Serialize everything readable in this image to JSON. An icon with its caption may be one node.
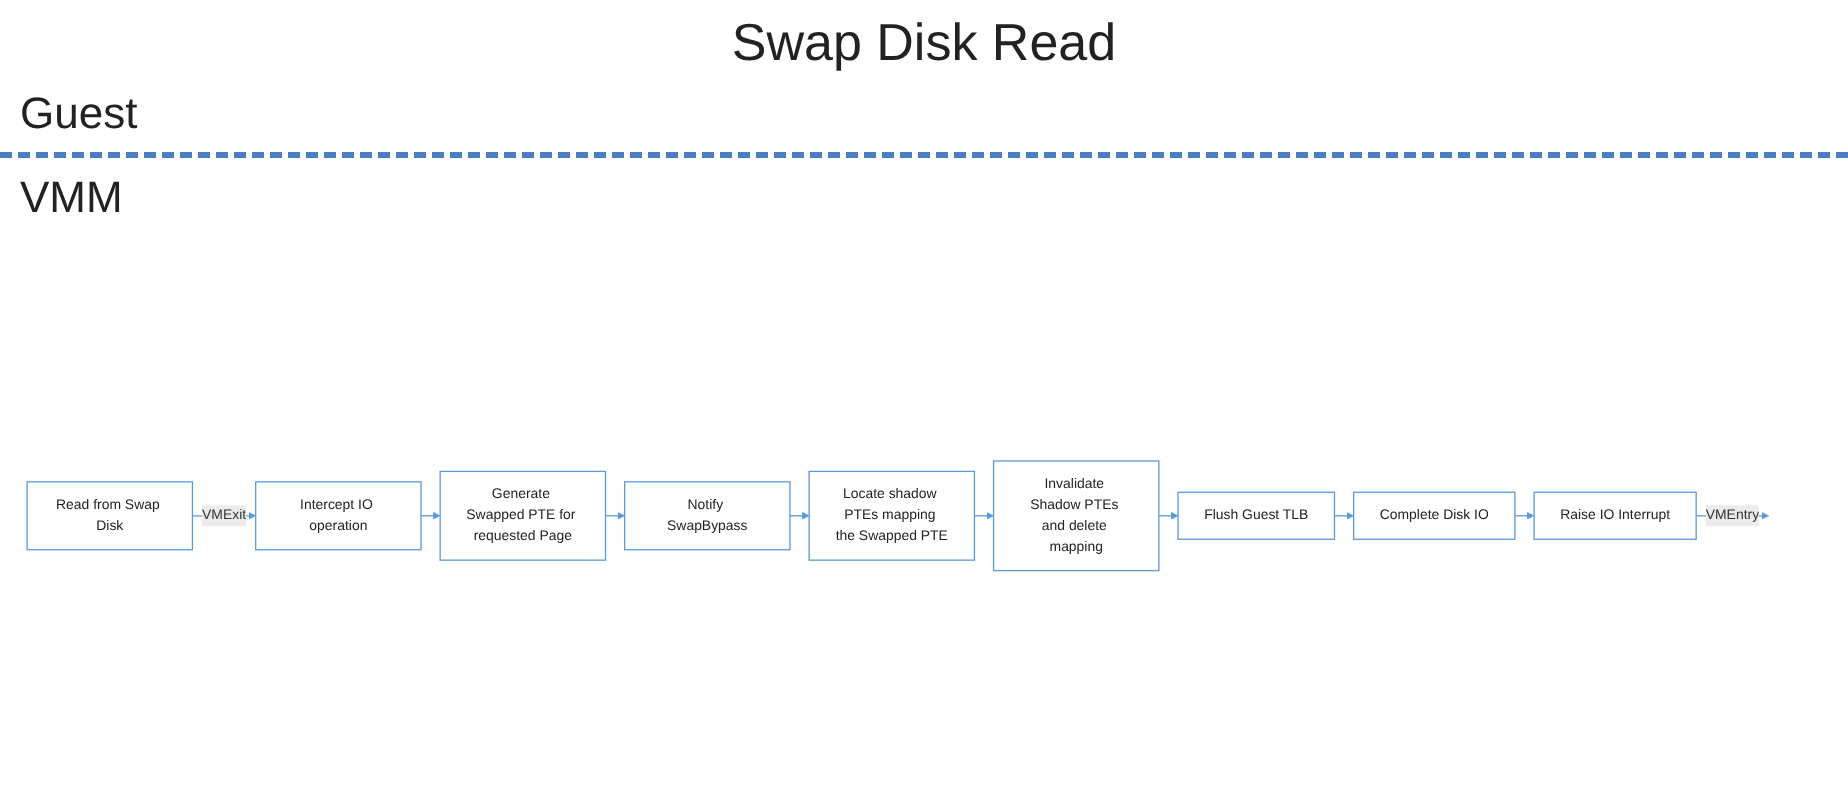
{
  "diagram": {
    "title": "Swap Disk Read",
    "nodes": [
      {
        "text": [
          "Read from Swap Disk"
        ]
      },
      {
        "text": [
          "Intercept IO operation"
        ]
      },
      {
        "text": [
          "Generate Swapped PTE for requested Page"
        ]
      },
      {
        "text": [
          "Notify SwapBypass"
        ]
      },
      {
        "text": [
          "Locate shadow PTEs mapping the Swapped PTE"
        ]
      },
      {
        "text": [
          "Invalidate Shadow PTEs and delete mapping"
        ]
      },
      {
        "text": [
          "Flush Guest TLB"
        ]
      },
      {
        "text": [
          "Complete Disk IO"
        ]
      },
      {
        "text": [
          "Raise IO Interrupt"
        ]
      }
    ],
    "edges": [
      {
        "from": 0,
        "to": 1,
        "arrow": "to",
        "label": "VMExit"
      },
      {
        "from": 1,
        "to": 2,
        "arrow": "to"
      },
      {
        "from": 2,
        "to": 3,
        "arrow": "to"
      },
      {
        "from": 3,
        "to": 4,
        "arrow": "to"
      },
      {
        "from": 4,
        "to": 5,
        "arrow": "to"
      },
      {
        "from": 5,
        "to": 6,
        "arrow": "to"
      },
      {
        "from": 6,
        "to": 7,
        "arrow": "to"
      },
      {
        "from": 7,
        "to": 8,
        "arrow": "to"
      },
      {
        "from": 8,
        "to": null,
        "arrow": "to",
        "label": "VMEntry"
      }
    ],
    "labels": [
      "Guest",
      "VMM"
    ]
  }
}
